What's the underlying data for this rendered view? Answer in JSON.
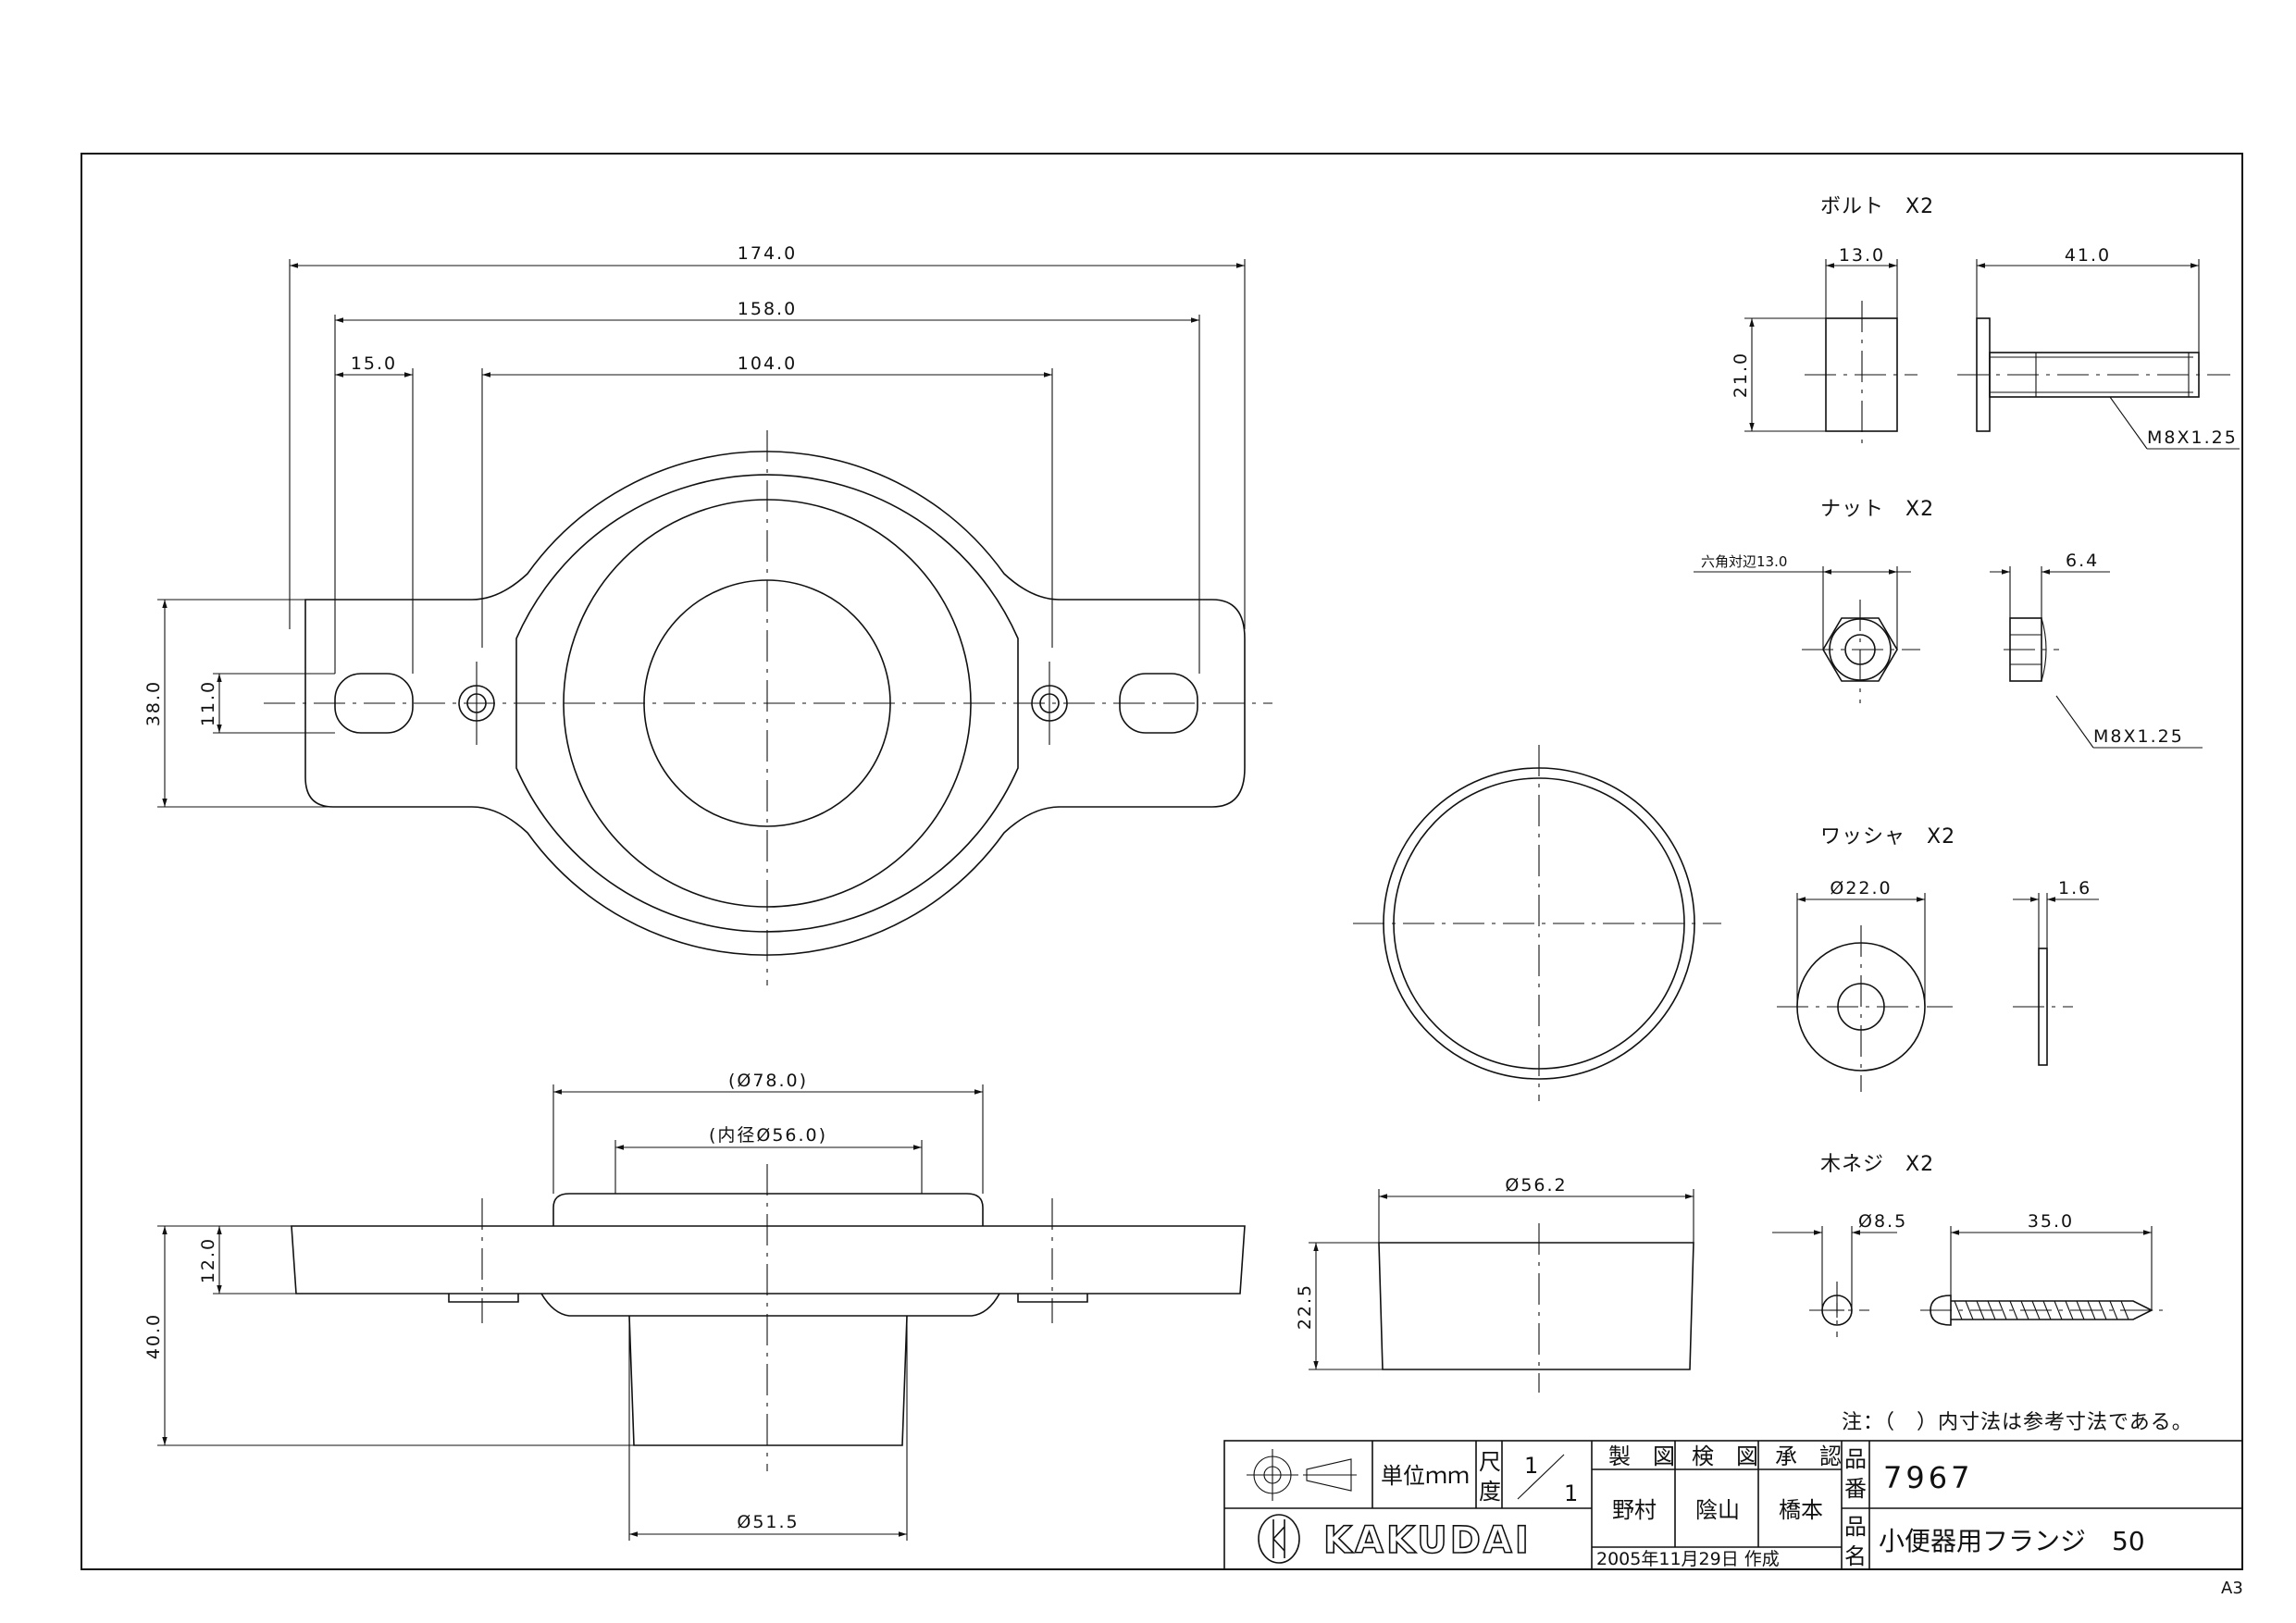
{
  "main_view": {
    "dims": {
      "d174": "174.0",
      "d158": "158.0",
      "d104": "104.0",
      "d15": "15.0",
      "d38": "38.0",
      "d11": "11.0"
    }
  },
  "side_view": {
    "dims": {
      "d78": "(Ø78.0)",
      "d56": "(内径Ø56.0)",
      "d515": "Ø51.5",
      "d12": "12.0",
      "d40": "40.0"
    }
  },
  "cap_view": {
    "dims": {
      "d562": "Ø56.2",
      "d225": "22.5"
    }
  },
  "bolt": {
    "title": "ボルト　X2",
    "dims": {
      "d13": "13.0",
      "d41": "41.0",
      "d21": "21.0",
      "thread": "M8X1.25"
    }
  },
  "nut": {
    "title": "ナット　X2",
    "dims": {
      "across": "六角対辺13.0",
      "d64": "6.4",
      "thread": "M8X1.25"
    }
  },
  "washer": {
    "title": "ワッシャ　X2",
    "dims": {
      "d22": "Ø22.0",
      "d16": "1.6"
    }
  },
  "screw": {
    "title": "木ネジ　X2",
    "dims": {
      "d85": "Ø8.5",
      "d35": "35.0"
    }
  },
  "note": "注：（　）内寸法は参考寸法である。",
  "title_block": {
    "unit_label": "単位ｍｍ",
    "scale_label_1": "尺",
    "scale_label_2": "度",
    "scale_num": "1",
    "scale_den": "1",
    "role_drawn": "製　図",
    "role_checked": "検　図",
    "role_approved": "承　認",
    "name_drawn": "野村",
    "name_checked": "陰山",
    "name_approved": "橋本",
    "date": "2005年11月29日 作成",
    "brand": "KAKUDAI",
    "part_no_label_1": "品",
    "part_no_label_2": "番",
    "part_no": "7967",
    "part_name_label_1": "品",
    "part_name_label_2": "名",
    "part_name": "小便器用フランジ　50"
  },
  "sheet_size": "A3"
}
